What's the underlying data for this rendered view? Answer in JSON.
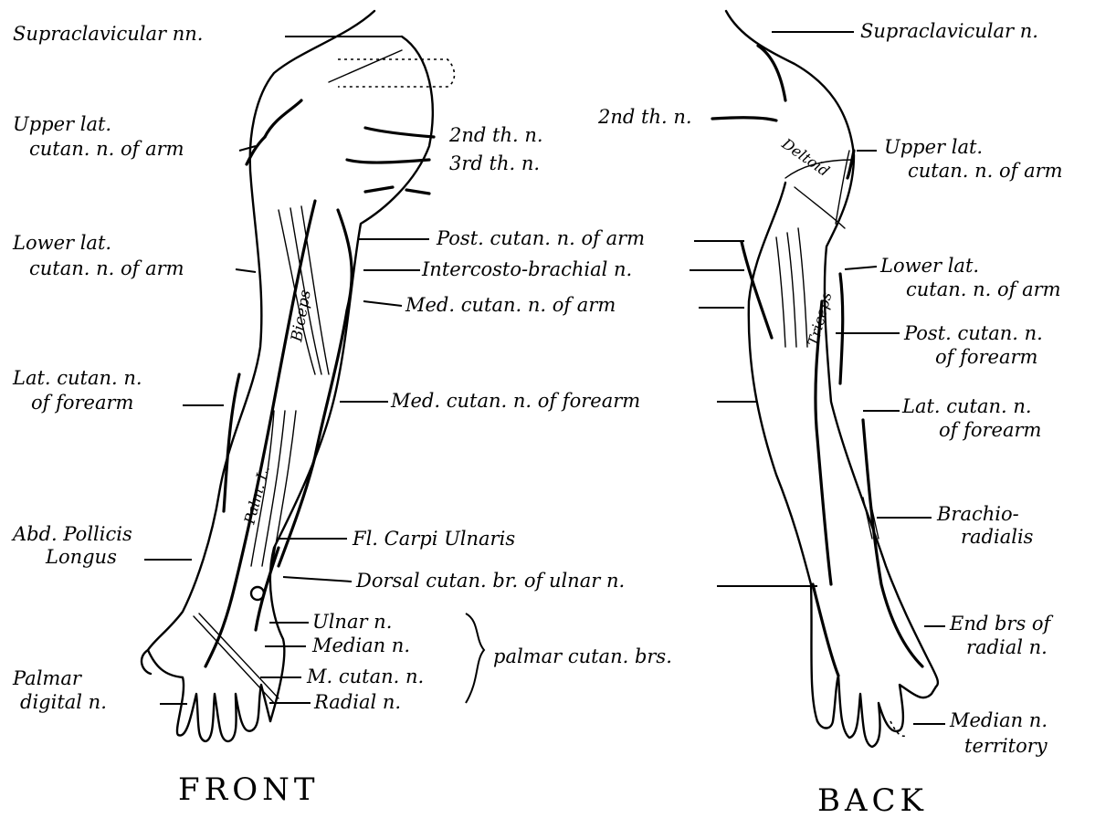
{
  "front": {
    "supraclavicular": "Supraclavicular nn.",
    "upper_lat_1": "Upper lat.",
    "upper_lat_2": "cutan. n. of arm",
    "second_th": "2nd th. n.",
    "third_th": "3rd th. n.",
    "lower_lat_1": "Lower lat.",
    "lower_lat_2": "cutan. n. of arm",
    "lat_forearm_1": "Lat. cutan. n.",
    "lat_forearm_2": "of forearm",
    "abd_1": "Abd. Pollicis",
    "abd_2": "Longus",
    "palmar_digital_1": "Palmar",
    "palmar_digital_2": "digital n.",
    "biceps": "Biceps",
    "palm_l": "Palm. L.",
    "caption": "FRONT"
  },
  "middle": {
    "post_cutan_arm": "Post. cutan. n. of arm",
    "intercosto": "Intercosto-brachial n.",
    "med_cutan_arm": "Med. cutan. n. of arm",
    "med_cutan_forearm": "Med. cutan. n. of forearm",
    "fl_carpi": "Fl. Carpi Ulnaris",
    "dorsal_ulnar": "Dorsal cutan. br. of ulnar n.",
    "ulnar": "Ulnar n.",
    "median": "Median n.",
    "m_cutan": "M. cutan. n.",
    "radial": "Radial n.",
    "palmar_brs": "palmar cutan. brs."
  },
  "back": {
    "supraclavicular": "Supraclavicular n.",
    "second_th": "2nd th. n.",
    "upper_lat_1": "Upper lat.",
    "upper_lat_2": "cutan. n. of arm",
    "lower_lat_1": "Lower lat.",
    "lower_lat_2": "cutan. n. of arm",
    "post_forearm_1": "Post. cutan. n.",
    "post_forearm_2": "of forearm",
    "lat_forearm_1": "Lat. cutan. n.",
    "lat_forearm_2": "of forearm",
    "brachio_1": "Brachio-",
    "brachio_2": "radialis",
    "end_brs_1": "End brs of",
    "end_brs_2": "radial n.",
    "median_terr_1": "Median n.",
    "median_terr_2": "territory",
    "deltoid": "Deltoid",
    "triceps": "Triceps",
    "caption": "BACK"
  }
}
